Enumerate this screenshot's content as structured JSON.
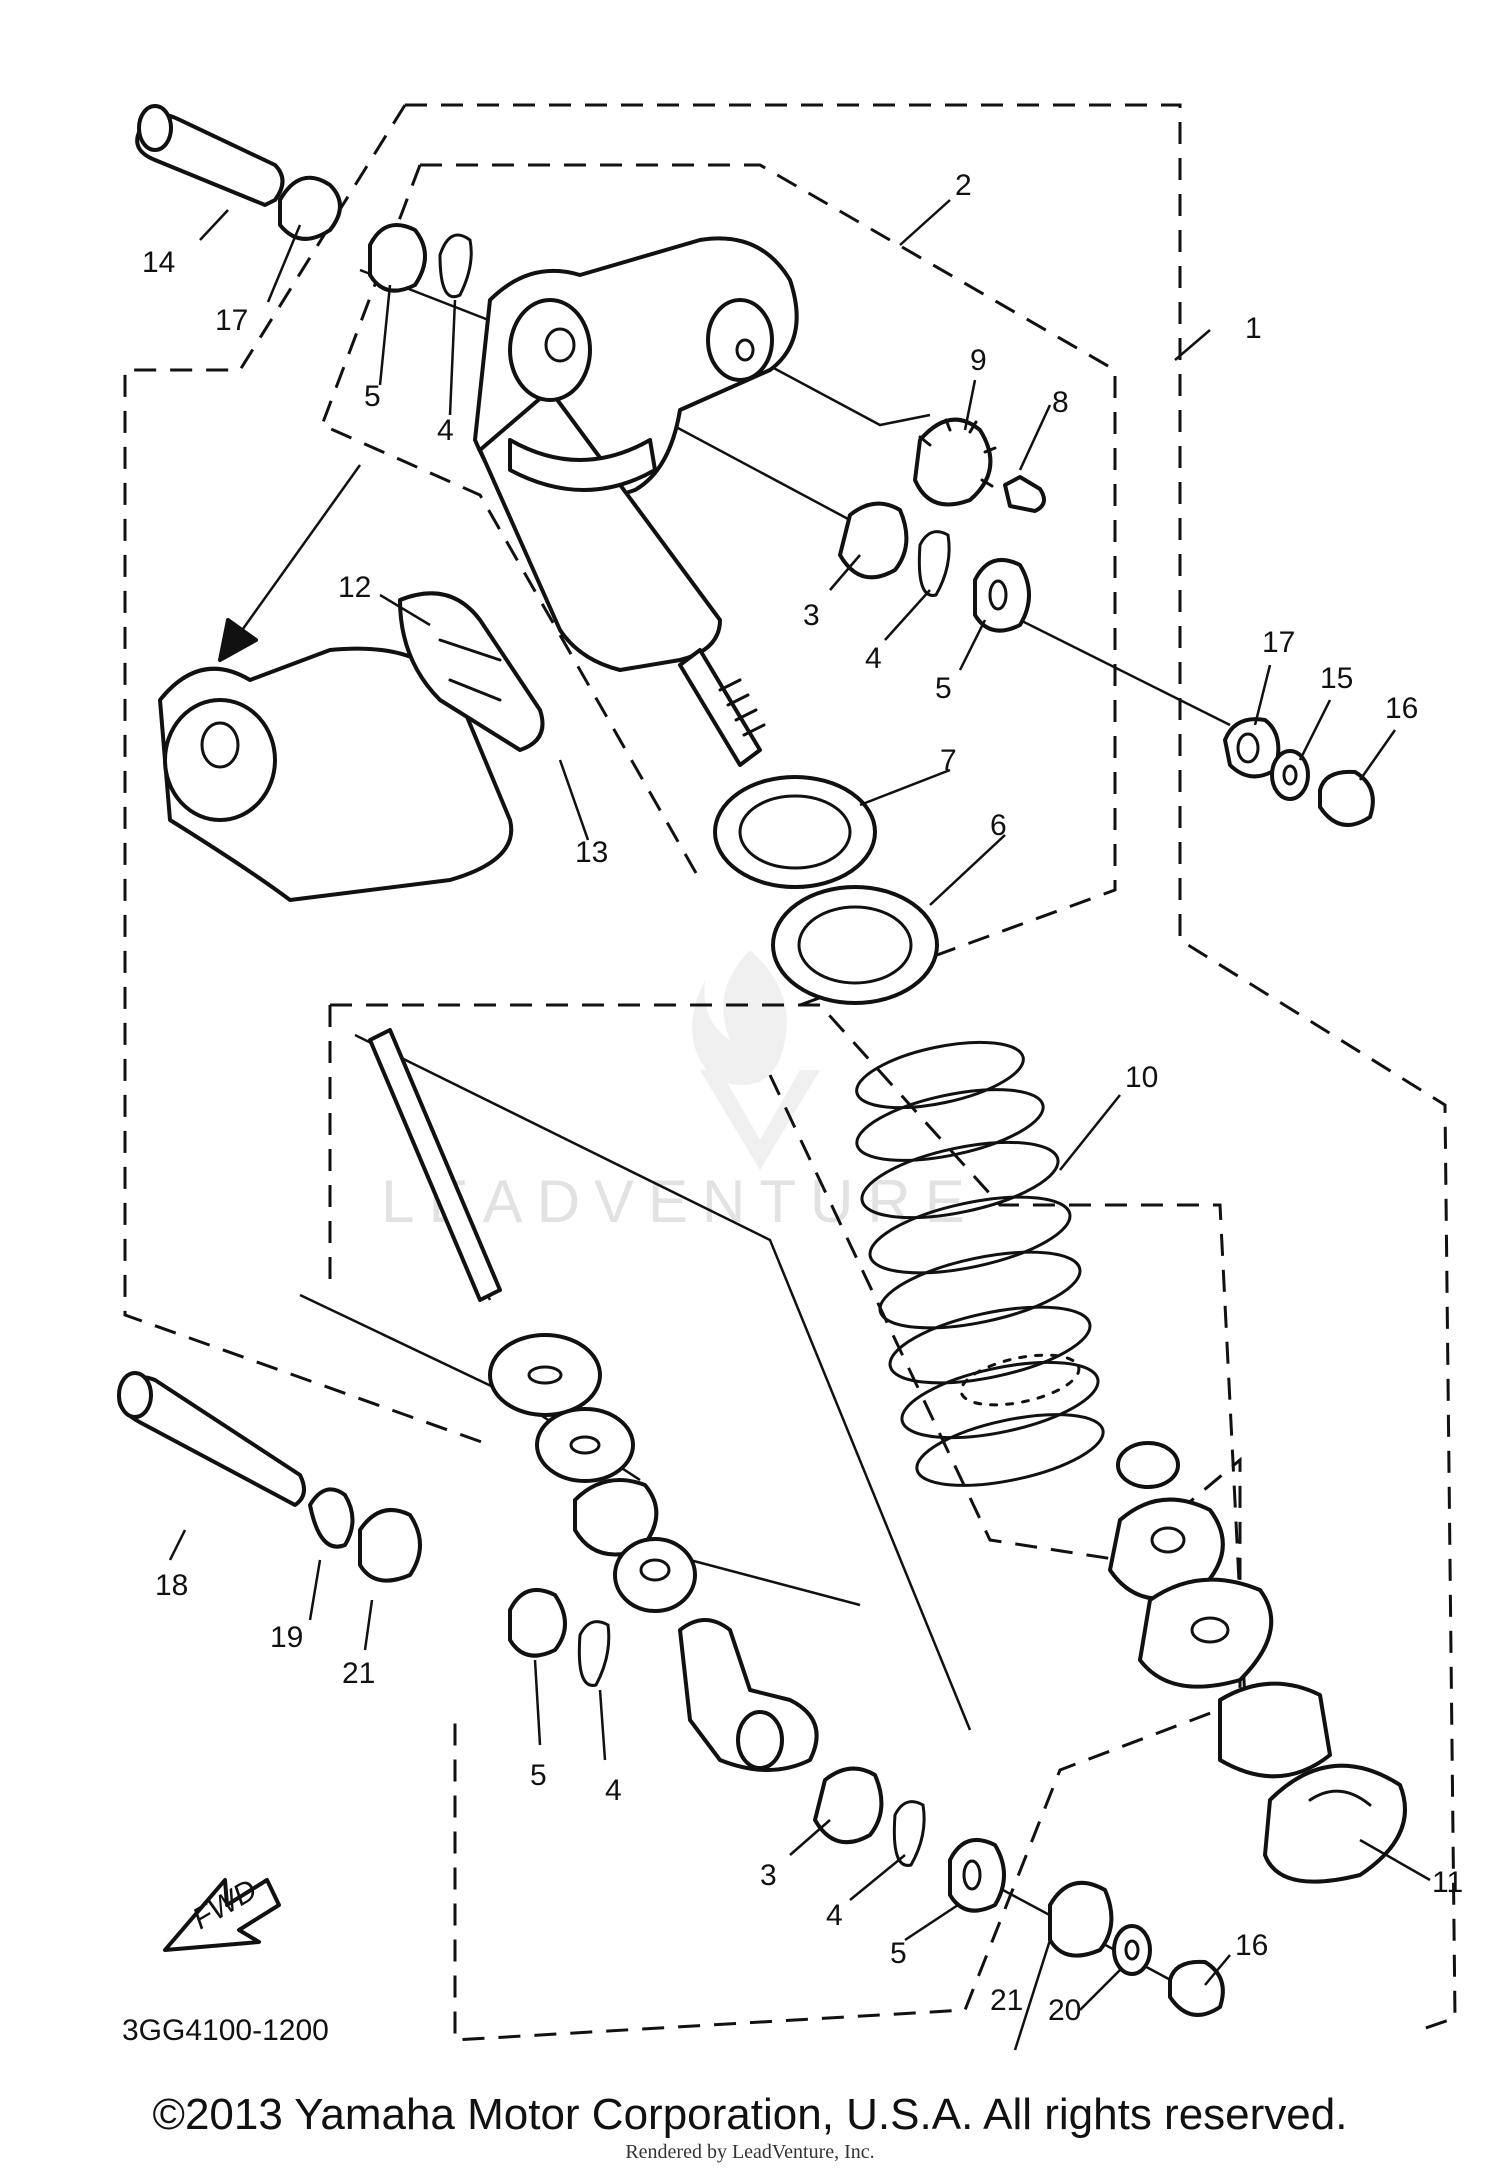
{
  "diagram": {
    "drawing_code": "3GG4100-1200",
    "fwd_label": "FWD",
    "watermark": "LEADVENTURE",
    "callouts": [
      {
        "id": "c1",
        "label": "1"
      },
      {
        "id": "c2",
        "label": "2"
      },
      {
        "id": "c3a",
        "label": "3"
      },
      {
        "id": "c4a",
        "label": "4"
      },
      {
        "id": "c4b",
        "label": "4"
      },
      {
        "id": "c5a",
        "label": "5"
      },
      {
        "id": "c5b",
        "label": "5"
      },
      {
        "id": "c6",
        "label": "6"
      },
      {
        "id": "c7",
        "label": "7"
      },
      {
        "id": "c8",
        "label": "8"
      },
      {
        "id": "c9",
        "label": "9"
      },
      {
        "id": "c10",
        "label": "10"
      },
      {
        "id": "c11",
        "label": "11"
      },
      {
        "id": "c12",
        "label": "12"
      },
      {
        "id": "c13",
        "label": "13"
      },
      {
        "id": "c14",
        "label": "14"
      },
      {
        "id": "c15",
        "label": "15"
      },
      {
        "id": "c16a",
        "label": "16"
      },
      {
        "id": "c16b",
        "label": "16"
      },
      {
        "id": "c17a",
        "label": "17"
      },
      {
        "id": "c17b",
        "label": "17"
      },
      {
        "id": "c18",
        "label": "18"
      },
      {
        "id": "c19",
        "label": "19"
      },
      {
        "id": "c21a",
        "label": "21"
      },
      {
        "id": "c21b",
        "label": "21"
      },
      {
        "id": "c20",
        "label": "20"
      },
      {
        "id": "c5c",
        "label": "5"
      },
      {
        "id": "c4c",
        "label": "4"
      },
      {
        "id": "c3b",
        "label": "3"
      },
      {
        "id": "c4d",
        "label": "4"
      },
      {
        "id": "c5d",
        "label": "5"
      }
    ]
  },
  "footer": {
    "copyright": "©2013 Yamaha Motor Corporation, U.S.A. All rights reserved.",
    "rendered_by": "Rendered by LeadVenture, Inc."
  }
}
